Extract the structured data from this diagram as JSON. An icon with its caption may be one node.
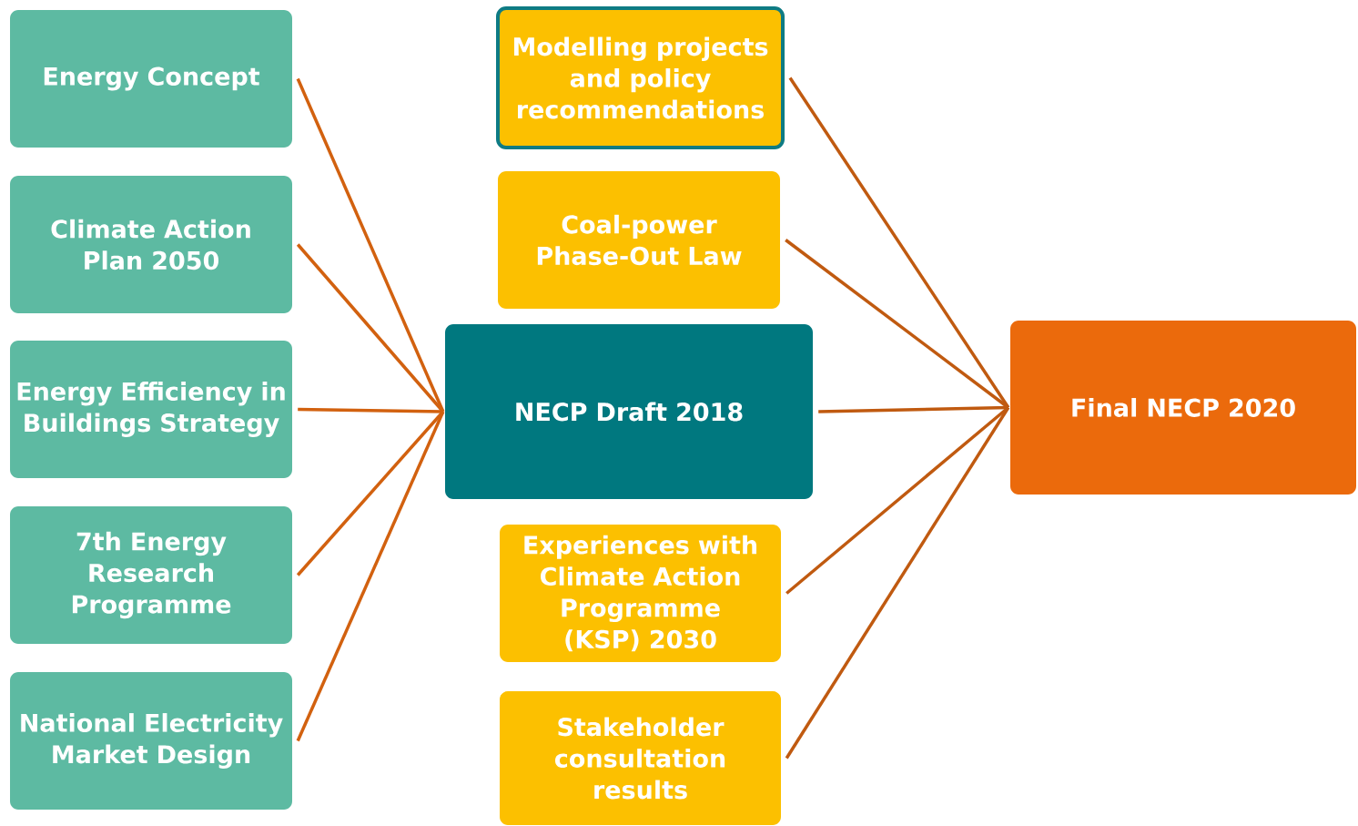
{
  "diagram": {
    "nodes": [
      {
        "text": [
          "Energy Concept"
        ]
      },
      {
        "text": [
          "Climate Action Plan 2050"
        ]
      },
      {
        "text": [
          "Energy Efficiency in Buildings Strategy"
        ]
      },
      {
        "text": [
          "7th Energy Research Programme"
        ]
      },
      {
        "text": [
          "National Electricity Market Design"
        ]
      },
      {
        "text": [
          "Modelling projects and policy recommendations"
        ]
      },
      {
        "text": [
          "Coal-power Phase-Out Law"
        ]
      },
      {
        "text": [
          "NECP Draft 2018"
        ]
      },
      {
        "text": [
          "Experiences with Climate Action Programme (KSP) 2030"
        ]
      },
      {
        "text": [
          "Stakeholder consultation results"
        ]
      },
      {
        "text": [
          "Final NECP 2020"
        ]
      }
    ],
    "edges": [
      {
        "from": 0,
        "to": 7,
        "arrow": "none"
      },
      {
        "from": 1,
        "to": 7,
        "arrow": "none"
      },
      {
        "from": 2,
        "to": 7,
        "arrow": "none"
      },
      {
        "from": 3,
        "to": 7,
        "arrow": "none"
      },
      {
        "from": 4,
        "to": 7,
        "arrow": "none"
      },
      {
        "from": 5,
        "to": 10,
        "arrow": "none",
        "color": "#c05a10"
      },
      {
        "from": 6,
        "to": 10,
        "arrow": "none",
        "color": "#c05a10"
      },
      {
        "from": 7,
        "to": 10,
        "arrow": "none",
        "color": "#c05a10"
      },
      {
        "from": 8,
        "to": 10,
        "arrow": "none",
        "color": "#c05a10"
      },
      {
        "from": 9,
        "to": 10,
        "arrow": "none",
        "color": "#c05a10"
      }
    ]
  }
}
